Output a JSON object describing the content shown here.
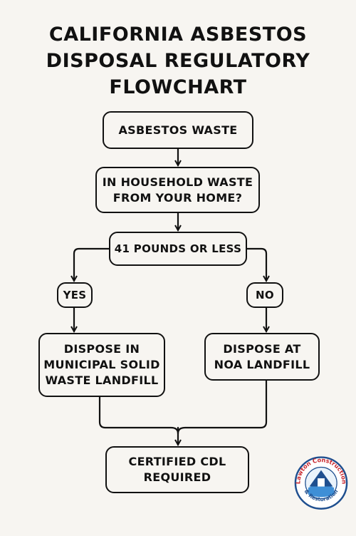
{
  "title": {
    "line1": "CALIFORNIA ASBESTOS",
    "line2": "DISPOSAL REGULATORY",
    "line3": "FLOWCHART"
  },
  "nodes": {
    "start": "ASBESTOS WASTE",
    "household": {
      "line1": "IN HOUSEHOLD WASTE",
      "line2": "FROM YOUR HOME?"
    },
    "weight": "41 POUNDS OR LESS",
    "yes": "YES",
    "no": "NO",
    "municipal": {
      "line1": "DISPOSE IN",
      "line2": "MUNICIPAL SOLID",
      "line3": "WASTE LANDFILL"
    },
    "noa": {
      "line1": "DISPOSE AT",
      "line2": "NOA LANDFILL"
    },
    "certified": {
      "line1": "CERTIFIED CDL",
      "line2": "REQUIRED"
    }
  },
  "logo": {
    "text_top": "Lawton Construction",
    "text_bottom": "& Restoration"
  }
}
